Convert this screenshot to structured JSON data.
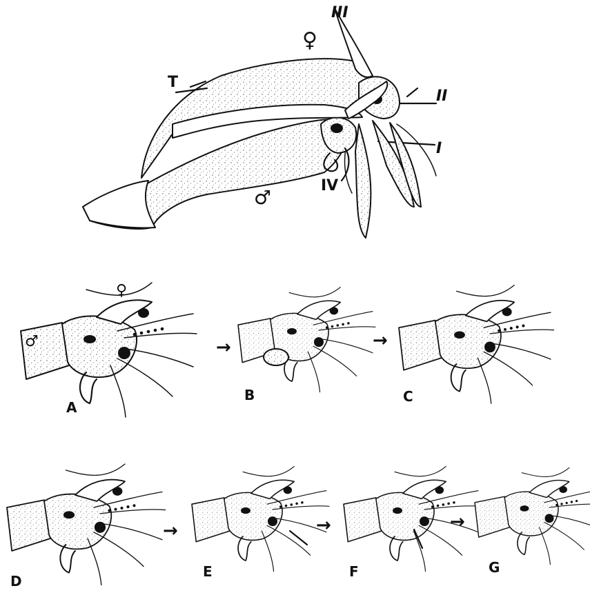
{
  "labels": {
    "female": "♀",
    "male": "♂",
    "tentacle": "T",
    "arm_1": "I",
    "arm_2": "II",
    "arm_3": "III",
    "arm_4": "IV"
  },
  "stages": [
    {
      "label": "A"
    },
    {
      "label": "B"
    },
    {
      "label": "C"
    },
    {
      "label": "D"
    },
    {
      "label": "E"
    },
    {
      "label": "F"
    },
    {
      "label": "G"
    }
  ],
  "arrows": {
    "glyph": "→"
  }
}
